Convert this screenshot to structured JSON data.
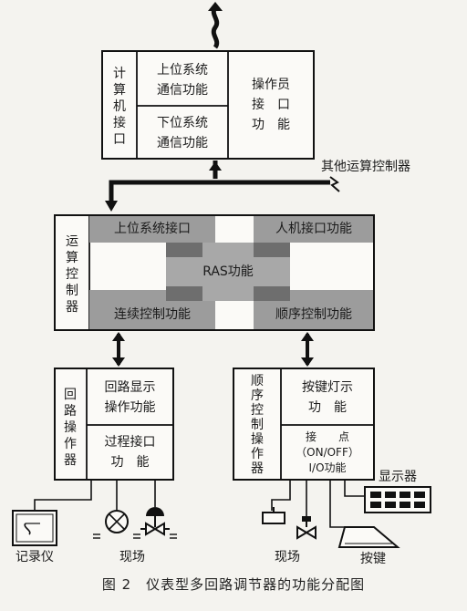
{
  "top_block": {
    "computer_interface": "计算机接口",
    "upper_comm": [
      "上位系统",
      "通信功能"
    ],
    "lower_comm": [
      "下位系统",
      "通信功能"
    ],
    "operator_interface": [
      "操作员",
      "接　口",
      "功　能"
    ]
  },
  "other_controllers": "其他运算控制器",
  "controller_block": {
    "title": "运算控制器",
    "upper_system_interface": "上位系统接口",
    "hmi_function": "人机接口功能",
    "ras_function": "RAS功能",
    "continuous_control": "连续控制功能",
    "sequence_control": "顺序控制功能"
  },
  "loop_operator": {
    "title": "回路操作器",
    "loop_display": [
      "回路显示",
      "操作功能"
    ],
    "process_interface": [
      "过程接口",
      "功　能"
    ]
  },
  "sequence_operator": {
    "title": "顺序控制操作器",
    "key_light": [
      "按键灯示",
      "功　能"
    ],
    "contacts": [
      "接　　点",
      "（ON/OFF）",
      "I/O功能"
    ]
  },
  "field_left": {
    "recorder": "记录仪",
    "field": "现场"
  },
  "field_right": {
    "display": "显示器",
    "field": "现场",
    "keys": "按键"
  },
  "caption": "图 2　仪表型多回路调节器的功能分配图"
}
